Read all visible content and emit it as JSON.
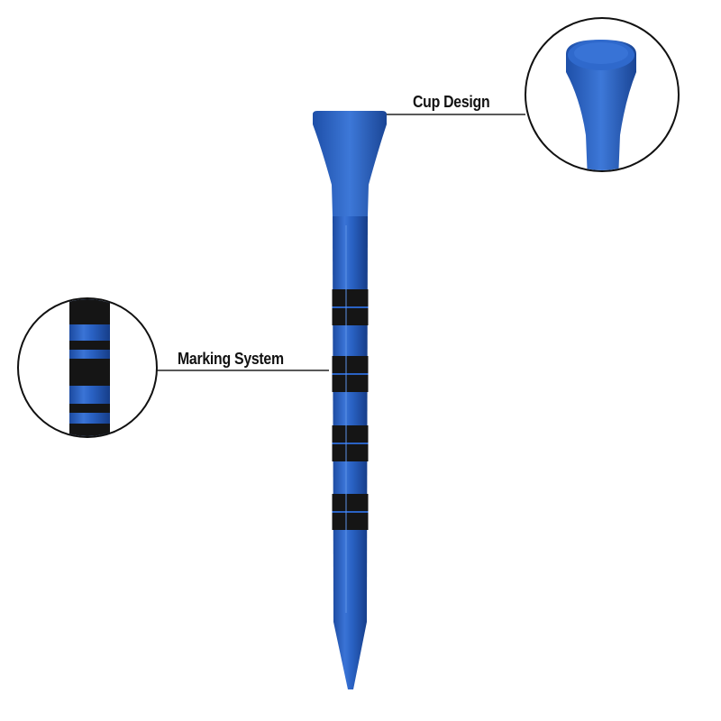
{
  "callouts": {
    "cup": {
      "label": "Cup Design"
    },
    "marking": {
      "label": "Marking System"
    }
  },
  "colors": {
    "tee_blue": "#2a62c4",
    "tee_blue_dark": "#1a4595",
    "tee_blue_light": "#4d86e0",
    "stripe_black": "#151515",
    "callout_line": "#222222",
    "background": "#ffffff"
  },
  "object": {
    "name": "golf-tee",
    "stripe_count": 4
  }
}
